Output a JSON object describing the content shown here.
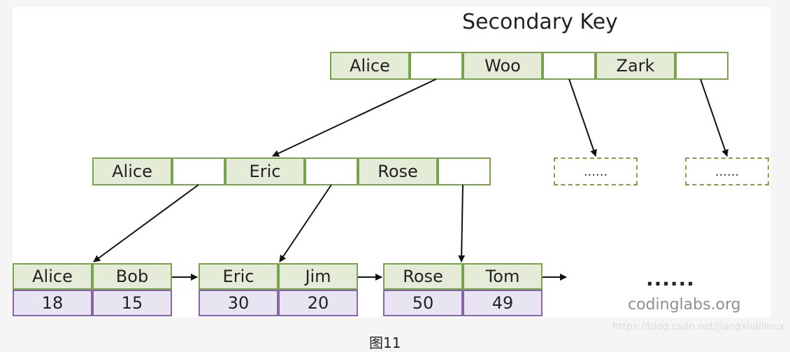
{
  "title": "Secondary Key",
  "root": {
    "keys": [
      "Alice",
      "Woo",
      "Zark"
    ]
  },
  "level2": {
    "keys": [
      "Alice",
      "Eric",
      "Rose"
    ]
  },
  "placeholders": [
    "......",
    "......"
  ],
  "leaves": [
    {
      "keys": [
        "Alice",
        "Bob"
      ],
      "values": [
        "18",
        "15"
      ]
    },
    {
      "keys": [
        "Eric",
        "Jim"
      ],
      "values": [
        "30",
        "20"
      ]
    },
    {
      "keys": [
        "Rose",
        "Tom"
      ],
      "values": [
        "50",
        "49"
      ]
    }
  ],
  "ellipsis": "......",
  "watermark": "codinglabs.org",
  "source_watermark": "https://blog.csdn.net/jiangxiulilinux",
  "caption": "图11",
  "colors": {
    "key_fill": "#e4ecd8",
    "key_border": "#79a34c",
    "value_fill": "#e9e4f1",
    "value_border": "#8a64a8",
    "arrow": "#111111"
  }
}
